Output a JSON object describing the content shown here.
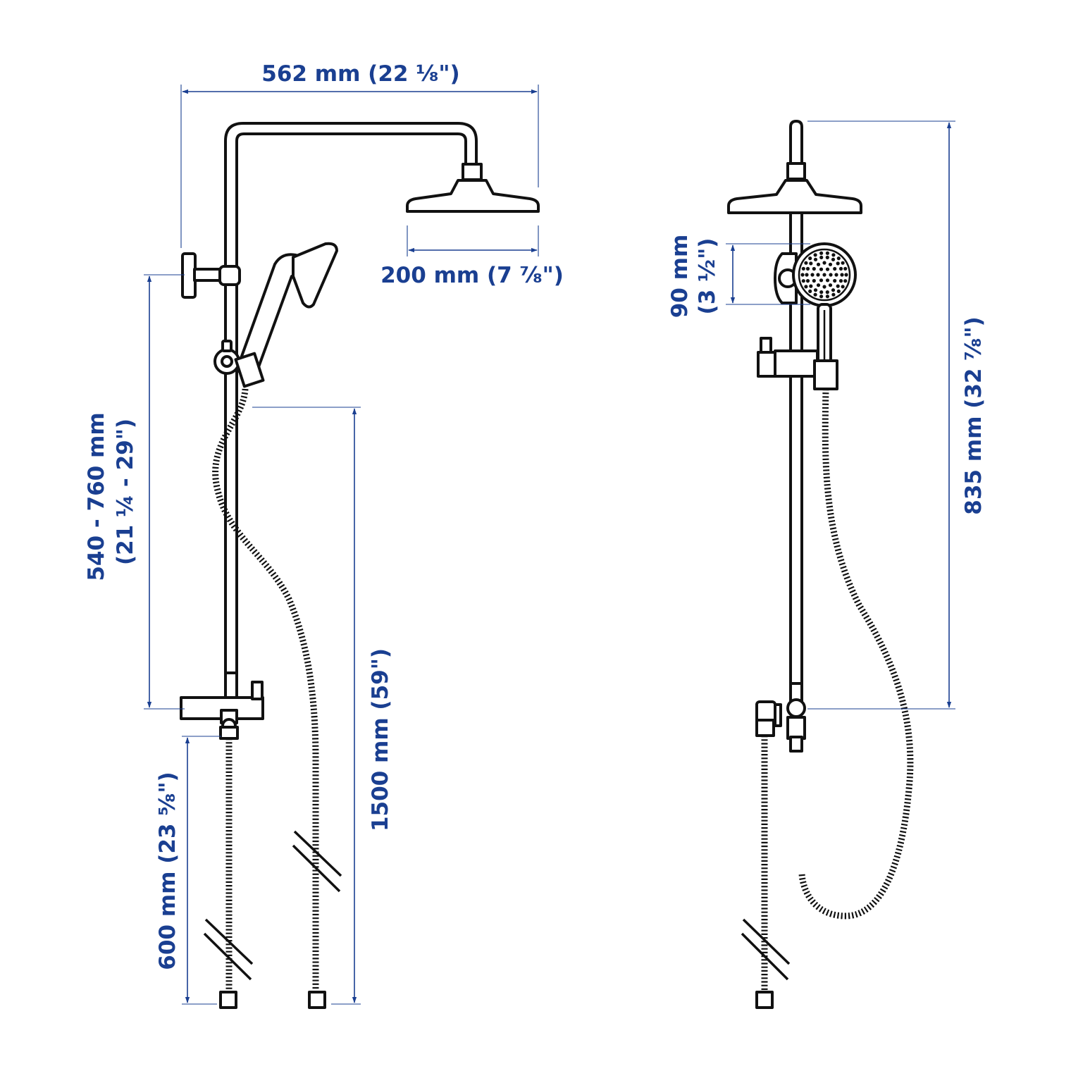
{
  "dimensions": {
    "total_width": "562 mm (22 ⅛\")",
    "head_diameter": "200 mm (7 ⅞\")",
    "bracket_range_mm": "540 - 760 mm",
    "bracket_range_in": "(21 ¼ - 29\")",
    "hose_length": "1500 mm (59\")",
    "inlet_length": "600 mm (23 ⅝\")",
    "hand_shower_mm": "90 mm",
    "hand_shower_in": "(3 ½\")",
    "overall_height": "835 mm (32 ⅞\")"
  },
  "colors": {
    "dimension": "#1a3f91",
    "outline": "#111111"
  }
}
